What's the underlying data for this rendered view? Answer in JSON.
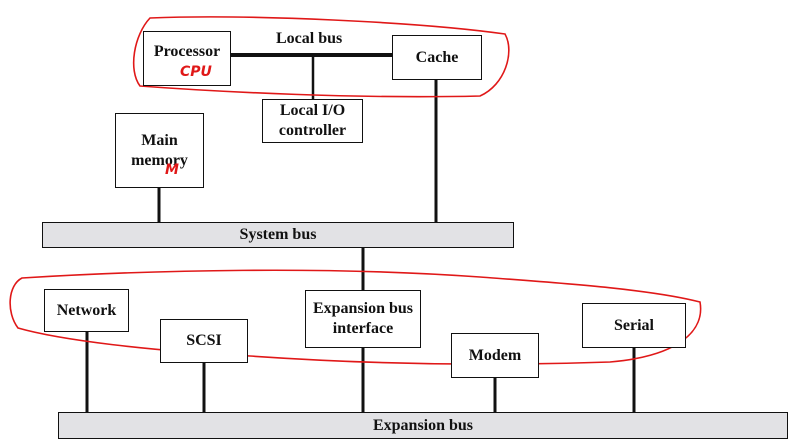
{
  "labels": {
    "local_bus": "Local bus",
    "system_bus": "System bus",
    "expansion_bus": "Expansion bus"
  },
  "boxes": {
    "processor": "Processor",
    "cache": "Cache",
    "local_io": "Local I/O controller",
    "main_memory": "Main memory",
    "network": "Network",
    "scsi": "SCSI",
    "expansion_interface": "Expansion bus interface",
    "modem": "Modem",
    "serial": "Serial"
  },
  "annotations": {
    "cpu": "CPU",
    "memory_mark": "M",
    "ink_color": "#e01818"
  }
}
